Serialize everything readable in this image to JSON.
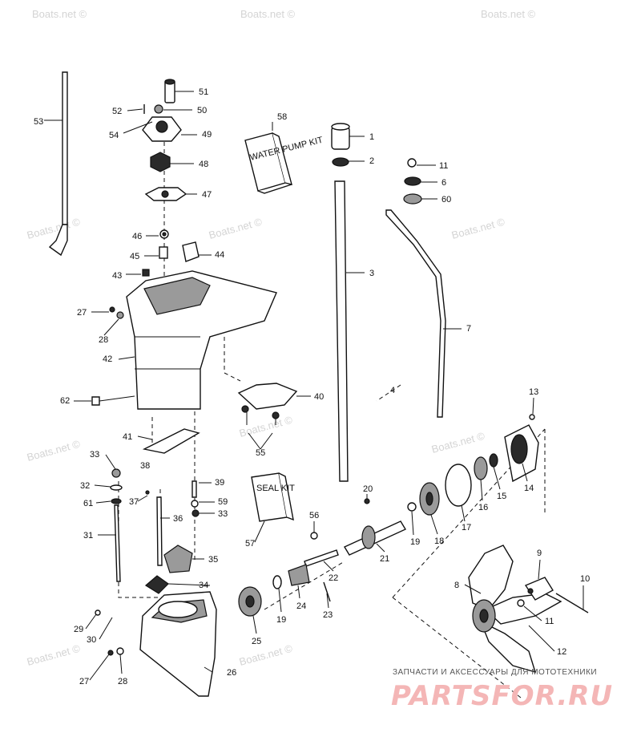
{
  "watermark": "Boats.net ©",
  "footer": {
    "text": "ЗАПЧАСТИ И АКСЕССУАРЫ ДЛЯ МОТОТЕХНИКИ",
    "logo": "PARTSFOR.RU",
    "logo_color": "#f4b6b6"
  },
  "kit_labels": {
    "water_pump_kit": "WATER PUMP KIT",
    "seal_kit": "SEAL KIT"
  },
  "callouts": {
    "c1": "1",
    "c2": "2",
    "c3": "3",
    "c4": "4",
    "c6": "6",
    "c7": "7",
    "c8": "8",
    "c9": "9",
    "c10": "10",
    "c11a": "11",
    "c11b": "11",
    "c12": "12",
    "c13": "13",
    "c14": "14",
    "c15": "15",
    "c16": "16",
    "c17": "17",
    "c18": "18",
    "c19a": "19",
    "c19b": "19",
    "c20": "20",
    "c21": "21",
    "c22": "22",
    "c23": "23",
    "c24": "24",
    "c25": "25",
    "c26": "26",
    "c27a": "27",
    "c27b": "27",
    "c28a": "28",
    "c28b": "28",
    "c29": "29",
    "c30": "30",
    "c31": "31",
    "c32": "32",
    "c33a": "33",
    "c33b": "33",
    "c34": "34",
    "c35": "35",
    "c36": "36",
    "c37": "37",
    "c38": "38",
    "c39": "39",
    "c40": "40",
    "c41": "41",
    "c42": "42",
    "c43": "43",
    "c44": "44",
    "c45": "45",
    "c46": "46",
    "c47": "47",
    "c48": "48",
    "c49": "49",
    "c50": "50",
    "c51": "51",
    "c52": "52",
    "c53": "53",
    "c54": "54",
    "c55": "55",
    "c56": "56",
    "c57": "57",
    "c58": "58",
    "c59": "59",
    "c60": "60",
    "c61": "61",
    "c62": "62"
  }
}
